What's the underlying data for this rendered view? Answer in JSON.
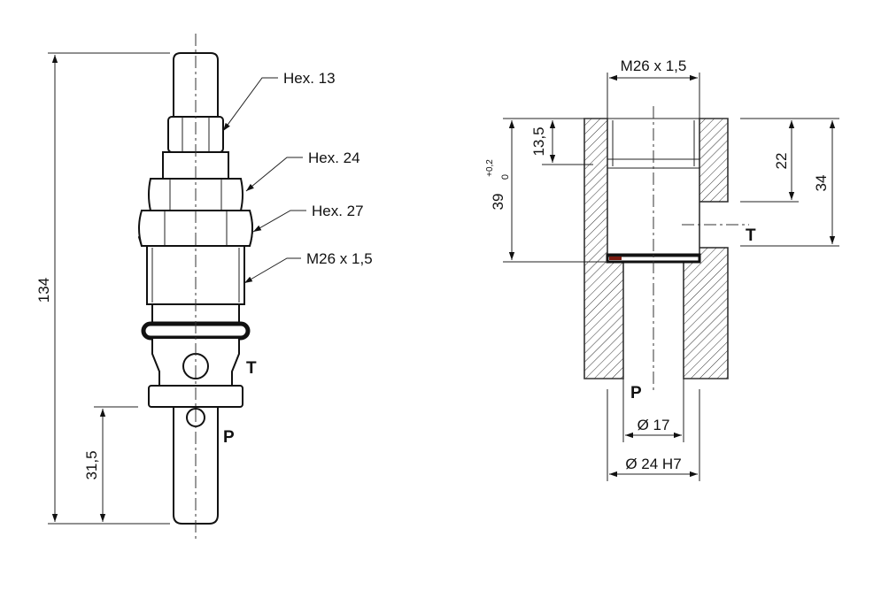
{
  "valve": {
    "labels": {
      "hex_13": "Hex. 13",
      "hex_24": "Hex. 24",
      "hex_27": "Hex. 27",
      "thread": "M26 x 1,5",
      "port_t": "T",
      "port_p": "P"
    },
    "dimensions": {
      "overall_length": "134",
      "p_port_length": "31,5"
    }
  },
  "cavity": {
    "labels": {
      "thread": "M26 x 1,5",
      "port_t": "T",
      "port_p": "P",
      "bore_p": "Ø 17",
      "bore_main": "Ø 24 H7"
    },
    "dimensions": {
      "thread_depth": "13,5",
      "depth_main": "39",
      "tol_upper": "+0,2",
      "tol_lower": "0",
      "t_port_depth": "22",
      "depth_total": "34"
    }
  }
}
